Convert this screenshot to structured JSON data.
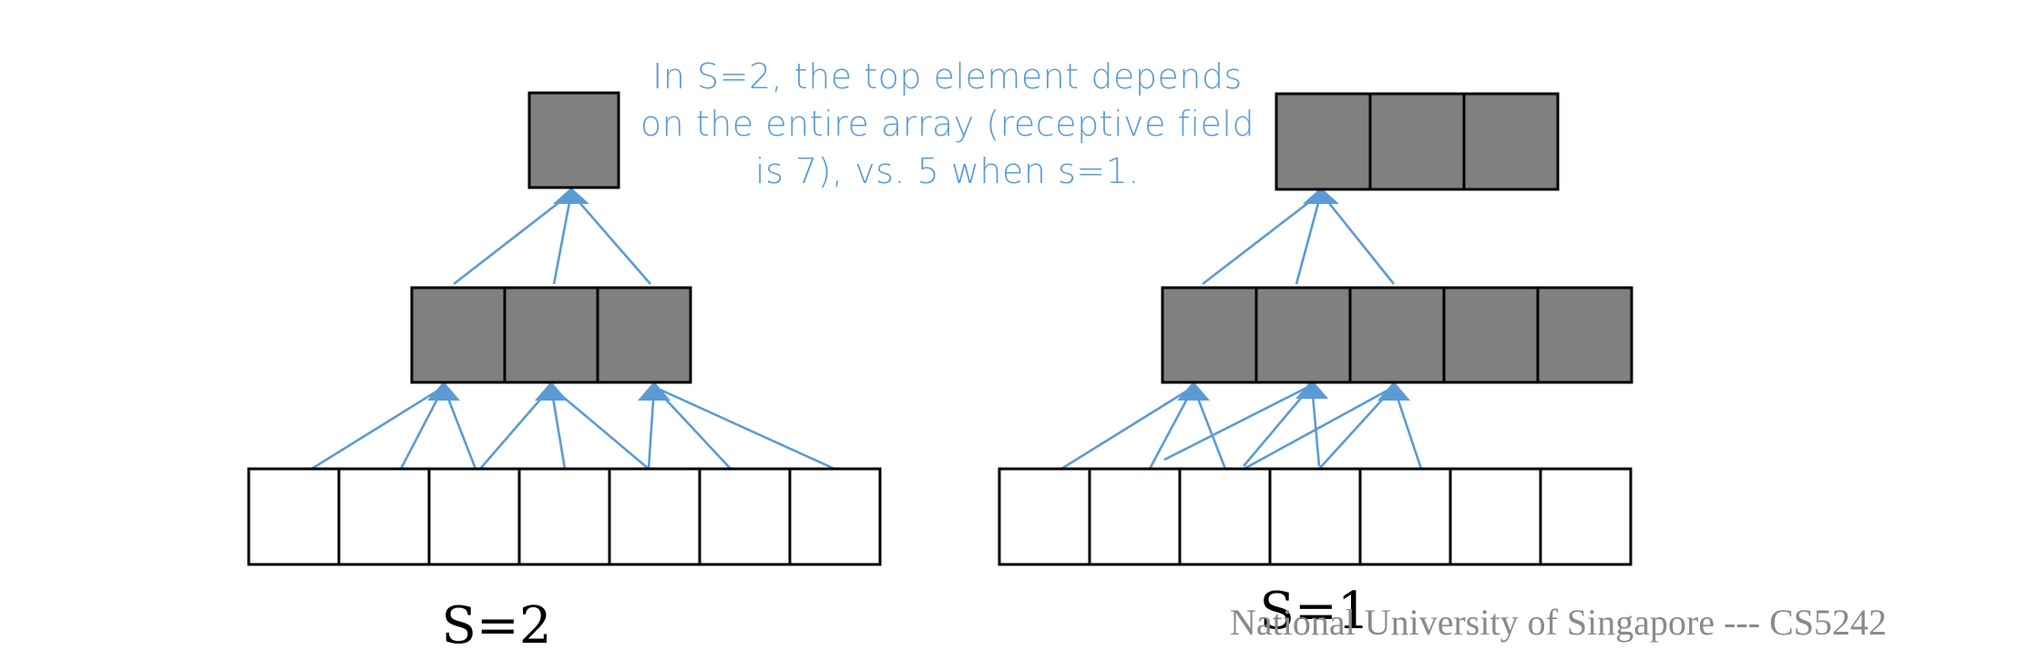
{
  "annotation": {
    "text": "In S=2, the top element depends on the entire array (receptive field is 7), vs. 5 when s=1."
  },
  "diagrams": {
    "left": {
      "caption": "S=2"
    },
    "right": {
      "caption": "S=1"
    }
  },
  "footer": {
    "text": "National University of Singapore --- CS5242"
  },
  "colors": {
    "arrow": "#5b9bd5",
    "filled_cell": "#808080",
    "cell_border": "#000000"
  }
}
